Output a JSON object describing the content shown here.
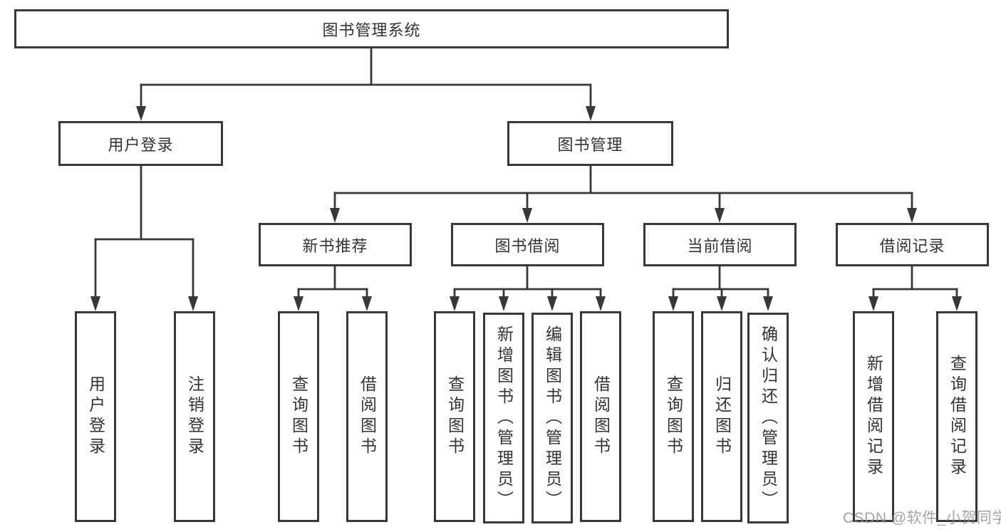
{
  "diagram": {
    "title": "图书管理系统",
    "root": {
      "label": "图书管理系统"
    },
    "level2": [
      {
        "label": "用户登录"
      },
      {
        "label": "图书管理"
      }
    ],
    "level3": [
      {
        "label": "新书推荐",
        "parent": "图书管理"
      },
      {
        "label": "图书借阅",
        "parent": "图书管理"
      },
      {
        "label": "当前借阅",
        "parent": "图书管理"
      },
      {
        "label": "借阅记录",
        "parent": "图书管理"
      }
    ],
    "leaves": [
      {
        "label": "用户登录",
        "parent": "用户登录"
      },
      {
        "label": "注销登录",
        "parent": "用户登录"
      },
      {
        "label": "查询图书",
        "parent": "新书推荐"
      },
      {
        "label": "借阅图书",
        "parent": "新书推荐"
      },
      {
        "label": "查询图书",
        "parent": "图书借阅"
      },
      {
        "label": "新增图书（管理员）",
        "parent": "图书借阅"
      },
      {
        "label": "编辑图书（管理员）",
        "parent": "图书借阅"
      },
      {
        "label": "借阅图书",
        "parent": "图书借阅"
      },
      {
        "label": "查询图书",
        "parent": "当前借阅"
      },
      {
        "label": "归还图书",
        "parent": "当前借阅"
      },
      {
        "label": "确认归还（管理员）",
        "parent": "当前借阅"
      },
      {
        "label": "新增借阅记录",
        "parent": "借阅记录"
      },
      {
        "label": "查询借阅记录",
        "parent": "借阅记录"
      }
    ]
  },
  "watermark": {
    "text": "CSDN @软件_小贺同学"
  },
  "colors": {
    "line": "#383838",
    "text": "#333333",
    "box_background": "#ffffff",
    "page_background": "#ffffff",
    "watermark": "#8a8e92"
  }
}
